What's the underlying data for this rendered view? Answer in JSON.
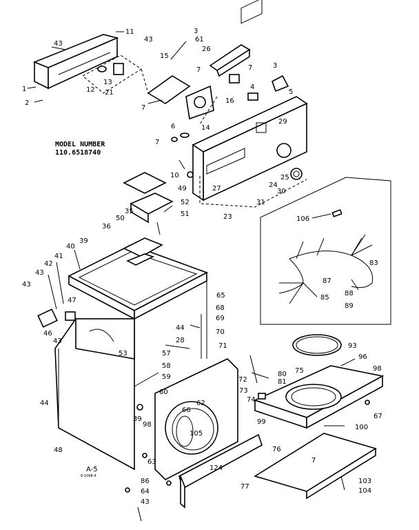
{
  "model": {
    "line1": "MODEL NUMBER",
    "line2": "110.6518740"
  },
  "page_code": {
    "main": "A-5",
    "sub": "8-1068-4"
  },
  "labels": {
    "l43a": "43",
    "l11": "11",
    "l3a": "3",
    "l61a": "61",
    "l43b": "43",
    "l1": "1",
    "l2": "2",
    "l13": "13",
    "l15": "15",
    "l12": "12",
    "l21": "21",
    "l26": "26",
    "l7a": "7",
    "l7b": "7",
    "l3b": "3",
    "l16": "16",
    "l4": "4",
    "l5": "5",
    "l7c": "7",
    "l6": "6",
    "l14": "14",
    "l7d": "7",
    "l29": "29",
    "l10": "10",
    "l49": "49",
    "l25": "25",
    "l24": "24",
    "l27": "27",
    "l30": "30",
    "l31": "31",
    "l23": "23",
    "l52": "52",
    "l35": "35",
    "l50": "50",
    "l51": "51",
    "l36": "36",
    "l106": "106",
    "l83": "83",
    "l40": "40",
    "l39": "39",
    "l41": "41",
    "l42": "42",
    "l43c": "43",
    "l87": "87",
    "l85": "85",
    "l88": "88",
    "l89": "89",
    "l43d": "43",
    "l65": "65",
    "l47": "47",
    "l68": "68",
    "l69": "69",
    "l46": "46",
    "l43e": "43",
    "l44a": "44",
    "l70": "70",
    "l28": "28",
    "l71": "71",
    "l93": "93",
    "l53": "53",
    "l57": "57",
    "l58": "58",
    "l59": "59",
    "l96": "96",
    "l98a": "98",
    "l80": "80",
    "l81": "81",
    "l75": "75",
    "l72": "72",
    "l73": "73",
    "l74": "74",
    "l60": "60",
    "l62": "62",
    "l66": "66",
    "l105": "105",
    "l39b": "39",
    "l98b": "98",
    "l44b": "44",
    "l67": "67",
    "l99": "99",
    "l100": "100",
    "l48": "48",
    "l76": "76",
    "l63": "63",
    "l7e": "7",
    "l124": "124",
    "l86": "86",
    "l64": "64",
    "l103": "103",
    "l104": "104",
    "l77": "77",
    "l43f": "43"
  }
}
